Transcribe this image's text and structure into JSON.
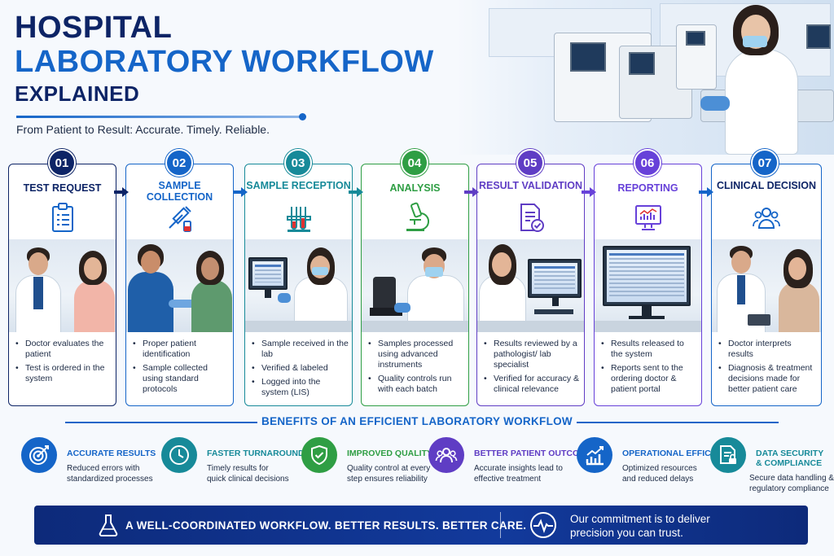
{
  "header": {
    "title_line1": "HOSPITAL",
    "title_line2": "LABORATORY WORKFLOW",
    "title_line3": "EXPLAINED",
    "subtitle": "From Patient to Result: Accurate. Timely. Reliable."
  },
  "steps": [
    {
      "num": "01",
      "title": "TEST REQUEST",
      "color": "#0d2466",
      "icon": "clipboard-icon",
      "bullets": [
        "Doctor evaluates the patient",
        "Test is ordered in the system"
      ]
    },
    {
      "num": "02",
      "title": "SAMPLE COLLECTION",
      "color": "#1565c8",
      "icon": "syringe-icon",
      "bullets": [
        "Proper patient identification",
        "Sample collected using standard protocols"
      ]
    },
    {
      "num": "03",
      "title": "SAMPLE RECEPTION",
      "color": "#178a99",
      "icon": "test-tubes-icon",
      "bullets": [
        "Sample received in the lab",
        "Verified & labeled",
        "Logged into the system (LIS)"
      ]
    },
    {
      "num": "04",
      "title": "ANALYSIS",
      "color": "#2f9e44",
      "icon": "microscope-icon",
      "bullets": [
        "Samples processed using advanced instruments",
        "Quality controls run with each batch"
      ]
    },
    {
      "num": "05",
      "title": "RESULT VALIDATION",
      "color": "#5f3dc4",
      "icon": "document-check-icon",
      "bullets": [
        "Results reviewed by a pathologist/ lab specialist",
        "Verified for accuracy & clinical relevance"
      ]
    },
    {
      "num": "06",
      "title": "REPORTING",
      "color": "#6741d9",
      "icon": "report-monitor-icon",
      "bullets": [
        "Results released to the system",
        "Reports sent to the ordering doctor & patient portal"
      ]
    },
    {
      "num": "07",
      "title": "CLINICAL DECISION",
      "color": "#1565c8",
      "icon": "people-icon",
      "bullets": [
        "Doctor interprets results",
        "Diagnosis & treatment decisions made for better patient care"
      ]
    }
  ],
  "benefits": {
    "heading": "BENEFITS OF AN EFFICIENT LABORATORY WORKFLOW",
    "items": [
      {
        "title": "ACCURATE RESULTS",
        "desc": [
          "Reduced errors with",
          "standardized processes"
        ],
        "color": "#1565c8",
        "icon": "target-icon"
      },
      {
        "title": "FASTER TURNAROUND TIME",
        "desc": [
          "Timely results for",
          "quick clinical decisions"
        ],
        "color": "#178a99",
        "icon": "clock-icon"
      },
      {
        "title": "IMPROVED QUALITY",
        "desc": [
          "Quality control at every",
          "step ensures reliability"
        ],
        "color": "#2f9e44",
        "icon": "shield-check-icon"
      },
      {
        "title": "BETTER PATIENT OUTCOMES",
        "desc": [
          "Accurate insights lead to",
          "effective treatment"
        ],
        "color": "#5f3dc4",
        "icon": "people-icon"
      },
      {
        "title": "OPERATIONAL EFFICIENCY",
        "desc": [
          "Optimized resources",
          "and reduced delays"
        ],
        "color": "#1565c8",
        "icon": "growth-chart-icon"
      },
      {
        "title": "DATA SECURITY & COMPLIANCE",
        "desc": [
          "Secure data handling &",
          "regulatory compliance"
        ],
        "color": "#178a99",
        "icon": "secure-document-icon"
      }
    ]
  },
  "footer": {
    "tagline": "A WELL-COORDINATED WORKFLOW. BETTER RESULTS. BETTER CARE.",
    "commitment_line1": "Our commitment is to deliver",
    "commitment_line2": "precision you can trust."
  }
}
